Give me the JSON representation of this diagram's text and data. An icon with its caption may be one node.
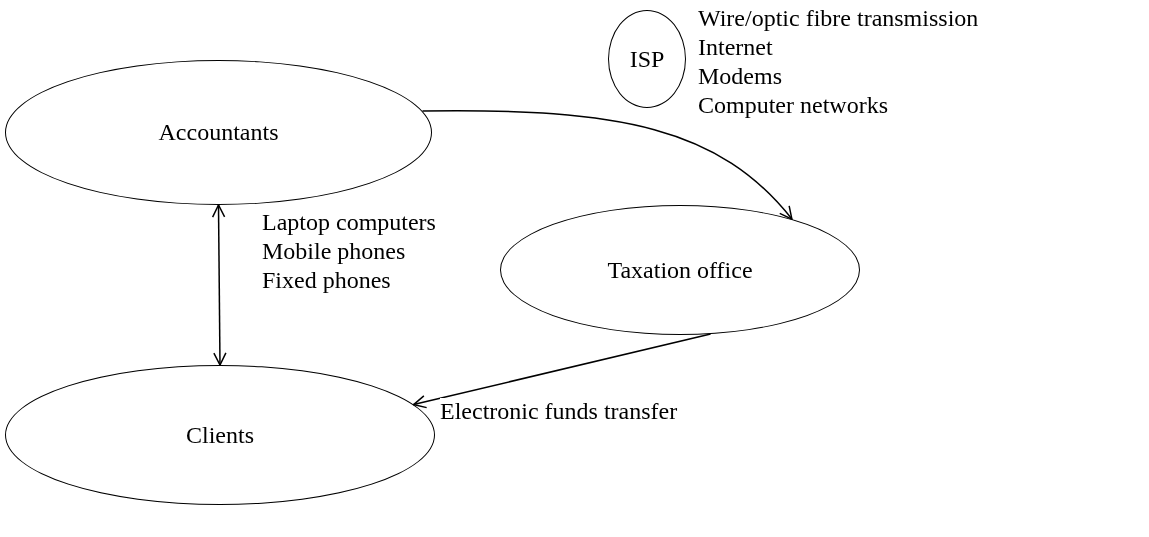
{
  "diagram": {
    "nodes": [
      {
        "text": [
          "Accountants"
        ]
      },
      {
        "text": [
          "ISP"
        ],
        "beside": [
          "Wire/optic fibre transmission",
          "Internet",
          "Modems",
          "Computer networks"
        ]
      },
      {
        "text": [
          "Taxation office"
        ]
      },
      {
        "text": [
          "Clients"
        ]
      }
    ],
    "edges": [
      {
        "from": 0,
        "to": 2,
        "arrow": "to"
      },
      {
        "from": 0,
        "to": 3,
        "arrow": "both"
      },
      {
        "from": 2,
        "to": 3,
        "arrow": "to",
        "label": "Electronic funds transfer"
      }
    ],
    "labels": [
      "Laptop computers",
      "Mobile phones",
      "Fixed phones"
    ]
  }
}
